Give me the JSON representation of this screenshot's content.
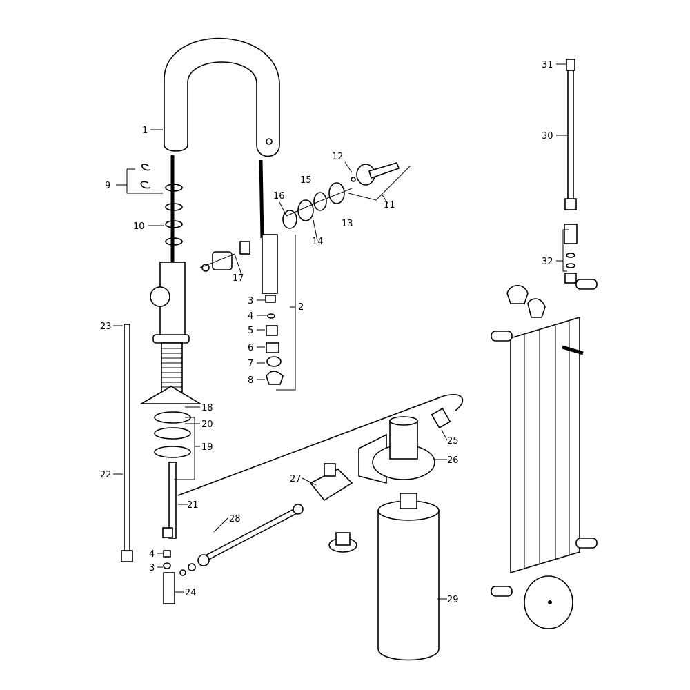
{
  "diagram": {
    "type": "exploded-parts-view",
    "callouts": [
      {
        "id": "c1",
        "text": "1"
      },
      {
        "id": "c2",
        "text": "2"
      },
      {
        "id": "c3a",
        "text": "3"
      },
      {
        "id": "c4a",
        "text": "4"
      },
      {
        "id": "c5",
        "text": "5"
      },
      {
        "id": "c6",
        "text": "6"
      },
      {
        "id": "c7",
        "text": "7"
      },
      {
        "id": "c8",
        "text": "8"
      },
      {
        "id": "c9",
        "text": "9"
      },
      {
        "id": "c10",
        "text": "10"
      },
      {
        "id": "c11",
        "text": "11"
      },
      {
        "id": "c12",
        "text": "12"
      },
      {
        "id": "c13",
        "text": "13"
      },
      {
        "id": "c14",
        "text": "14"
      },
      {
        "id": "c15",
        "text": "15"
      },
      {
        "id": "c16",
        "text": "16"
      },
      {
        "id": "c17",
        "text": "17"
      },
      {
        "id": "c18",
        "text": "18"
      },
      {
        "id": "c19",
        "text": "19"
      },
      {
        "id": "c20",
        "text": "20"
      },
      {
        "id": "c21",
        "text": "21"
      },
      {
        "id": "c22",
        "text": "22"
      },
      {
        "id": "c23",
        "text": "23"
      },
      {
        "id": "c24",
        "text": "24"
      },
      {
        "id": "c25",
        "text": "25"
      },
      {
        "id": "c26",
        "text": "26"
      },
      {
        "id": "c27",
        "text": "27"
      },
      {
        "id": "c28",
        "text": "28"
      },
      {
        "id": "c29",
        "text": "29"
      },
      {
        "id": "c30",
        "text": "30"
      },
      {
        "id": "c31",
        "text": "31"
      },
      {
        "id": "c32",
        "text": "32"
      },
      {
        "id": "c4b",
        "text": "4"
      },
      {
        "id": "c3b",
        "text": "3"
      }
    ]
  }
}
